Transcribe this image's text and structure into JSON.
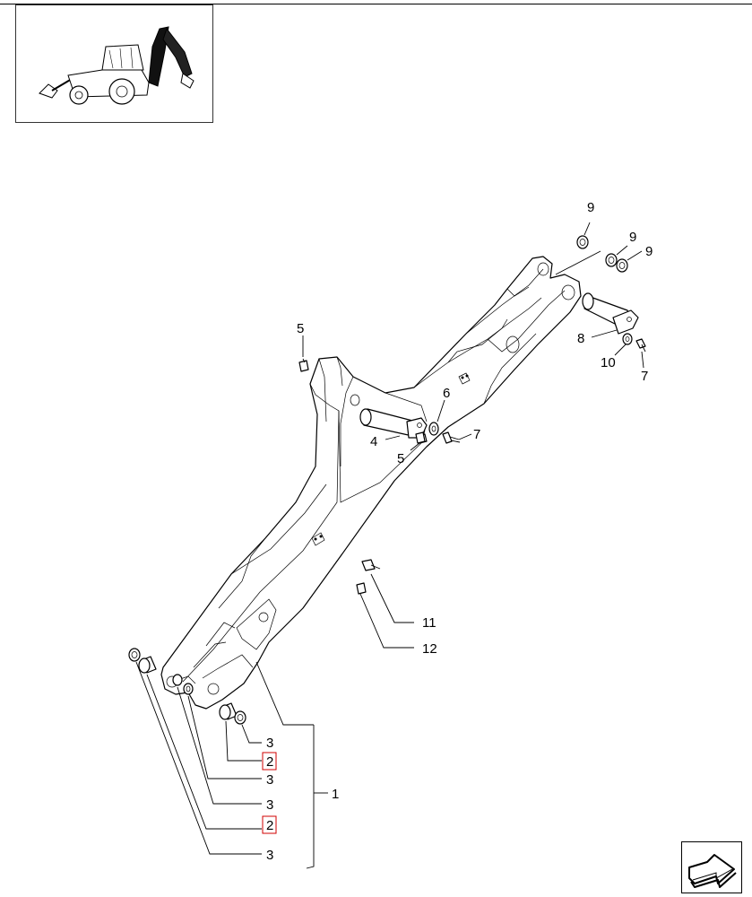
{
  "callouts": {
    "c1": "1",
    "c2a": "2",
    "c2b": "2",
    "c3a": "3",
    "c3b": "3",
    "c3c": "3",
    "c3d": "3",
    "c4": "4",
    "c5a": "5",
    "c5b": "5",
    "c6": "6",
    "c7a": "7",
    "c7b": "7",
    "c8": "8",
    "c9a": "9",
    "c9b": "9",
    "c9c": "9",
    "c10": "10",
    "c11": "11",
    "c12": "12"
  },
  "icons": {
    "thumbnail": "backhoe-loader-icon",
    "next": "next-page-arrow-icon"
  }
}
